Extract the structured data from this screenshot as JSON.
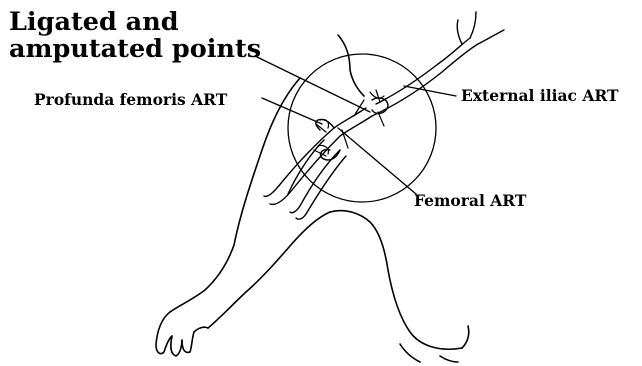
{
  "title": {
    "line1": "Ligated and",
    "line2": "amputated points"
  },
  "labels": {
    "profunda": "Profunda femoris ART",
    "external_iliac": "External iliac ART",
    "femoral": "Femoral ART"
  }
}
